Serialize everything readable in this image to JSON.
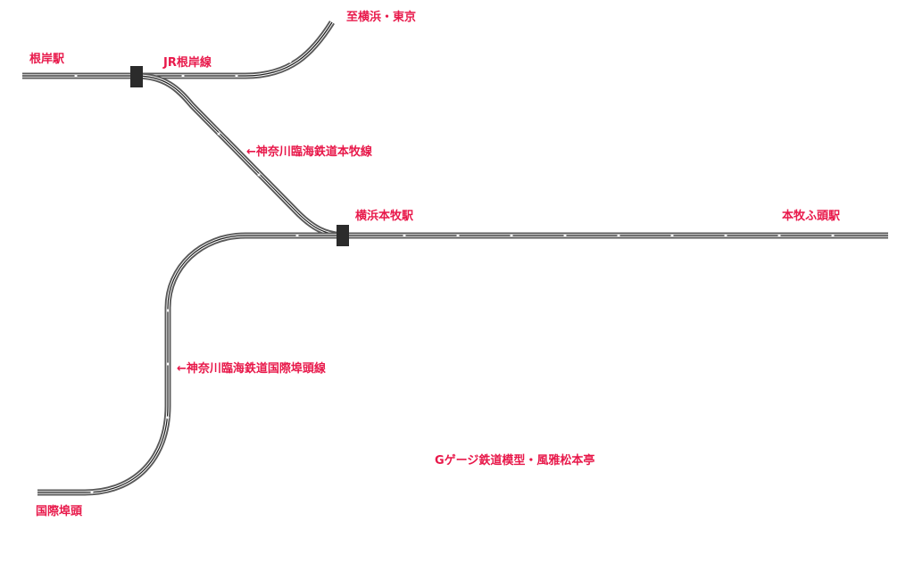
{
  "labels": {
    "to_yokohama_tokyo": "至横浜・東京",
    "negishi_station": "根岸駅",
    "jr_negishi_line": "JR根岸線",
    "honmoku_line": "←神奈川臨海鉄道本牧線",
    "yokohama_honmoku_station": "横浜本牧駅",
    "honmoku_futo_station": "本牧ふ頭駅",
    "kokusai_futo_line": "←神奈川臨海鉄道国際埠頭線",
    "kokusai_futo": "国際埠頭",
    "credit": "Gゲージ鉄道模型・風雅松本亭"
  },
  "colors": {
    "label": "#e8184a",
    "track": "#5a5a5a",
    "station": "#2b2b2b"
  }
}
